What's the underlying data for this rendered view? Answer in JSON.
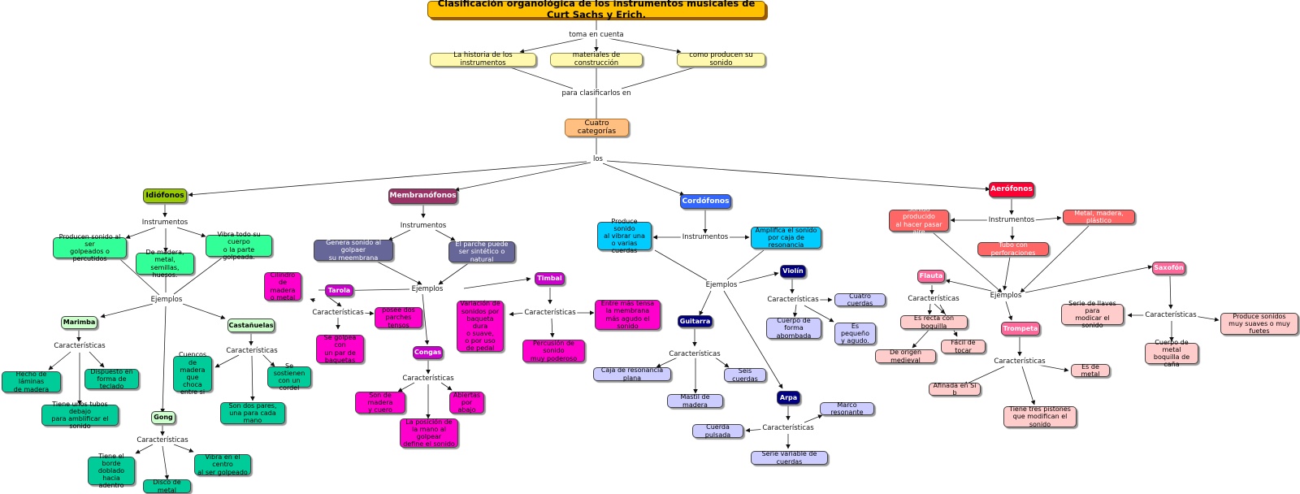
{
  "title": "Clasificación organológica de los instrumentos musicales de Curt Sachs y Erich.",
  "top": {
    "link1": "toma en cuenta",
    "criteria": [
      "La historia de los instrumentos",
      "materiales de construcción",
      "como producen su sonido"
    ],
    "link2": "para clasificarlos en",
    "center": "Cuatro categorías",
    "link3": "los"
  },
  "idiofonos": {
    "title": "Idiófonos",
    "instrumentos": "Instrumentos",
    "features": [
      "Producen sonido al ser\ngolpeados o percutidos",
      "De madera, metal,\nsemillas, huesos.",
      "Vibra todo su cuerpo\no la parte golpeada."
    ],
    "ejemplos": "Ejemplos",
    "marimba": "Marimba",
    "castanuelas": "Castañuelas",
    "gong": "Gong",
    "caracteristicas": "Características",
    "marimba_items": [
      "Hecho de láminas\nde madera",
      "Dispuesto en\nforma de teclado",
      "Tiene unos tubos debajo\npara amblificar el sonido"
    ],
    "cast_items": [
      "Cuencos de\nmadera\nque choca\nentre si",
      "Se sostienen\ncon un cordel",
      "Son dos pares,\nuna para cada mano"
    ],
    "gong_items": [
      "Tiene el borde\ndoblado hacia\nadentro",
      "Disco de metal",
      "Vibra en el centro\nal ser golpeado"
    ]
  },
  "membranofonos": {
    "title": "Membranófonos",
    "instrumentos": "Instrumentos",
    "features": [
      "Genera sonido al golpaer\nsu meembrana",
      "El parche puede\nser sintético o natural"
    ],
    "ejemplos": "Ejemplos",
    "tarola": "Tarola",
    "timbal": "Timbal",
    "congas": "Congas",
    "caracteristicas": "Características",
    "tarola_items": [
      "Cilindro de\nmadera\no metal",
      "posee dos\nparches tensos",
      "Se golpea con\nun par de\nbaquetas"
    ],
    "timbal_items": [
      "Variación de\nsonidos por\nbaqueta dura\no suave,\no por uso\nde pedal",
      "Entre más tensa\nla membrana\nmás agudo el sonido",
      "Percusión de sonido\nmuy poderoso"
    ],
    "congas_items": [
      "Son de madera\ny cuero",
      "Abiertas\npor abajo",
      "La posición de\nla mano al golpear\ndefine el sonido"
    ]
  },
  "cordofonos": {
    "title": "Cordófonos",
    "instrumentos": "Instrumentos",
    "features": [
      "Produce sonido\nal  vibrar una\no varias cuerdas",
      "Amplifica el sonido\npor caja de resonancia"
    ],
    "ejemplos": "Ejemplos",
    "violin": "Violín",
    "guitarra": "Guitarra",
    "arpa": "Arpa",
    "caracteristicas": "Características",
    "violin_items": [
      "Cuatro cuerdas",
      "Cuerpo de forma\nabombada",
      "Es pequeño\ny agudo."
    ],
    "guitarra_items": [
      "Caja de resonancia plana",
      "Mastil de madera",
      "Seis cuerdas"
    ],
    "arpa_items": [
      "Marco resonante",
      "Cuerda pulsada",
      "Serie variable de cuerdas"
    ]
  },
  "aerofonos": {
    "title": "Aerófonos",
    "instrumentos": "Instrumentos",
    "features": [
      "Sonido producido\nal hacer pasar aire",
      "Metal, madera, plástico",
      "Tubo con perforaciones"
    ],
    "ejemplos": "Ejemplos",
    "flauta": "Flauta",
    "saxofon": "Saxofón",
    "trompeta": "Trompeta",
    "caracteristicas": "Características",
    "flauta_items": [
      "Es recta  con boquilla",
      "Fácil de tocar",
      "De origen medieval"
    ],
    "sax_items": [
      "Serie de llaves para\nmodicar el sonido",
      "Produce sonidos\nmuy suaves o muy fuetes",
      "Cuerpo de metal\nboquilla de caña"
    ],
    "trompeta_items": [
      "Es de metal",
      "Afinada en Si b",
      "Tiene tres pistones\nque modifican el sonido"
    ]
  },
  "colors": {
    "title_bg": "#ffc000",
    "criteria_bg": "#fff9b0",
    "center_bg": "#ffbf80",
    "idio": "#99cc00",
    "idio_feat": "#33ff99",
    "idio_sub": "#ccffcc",
    "idio_item": "#00cc99",
    "membra": "#993366",
    "membra_feat": "#666699",
    "membra_sub": "#cc00cc",
    "membra_item": "#ff00cc",
    "cordo": "#3366ff",
    "cordo_feat": "#00ccff",
    "cordo_sub": "#000080",
    "cordo_item": "#ccccff",
    "aero": "#ff0033",
    "aero_feat": "#ff6666",
    "aero_sub": "#ff6699",
    "aero_item": "#ffcccc"
  }
}
